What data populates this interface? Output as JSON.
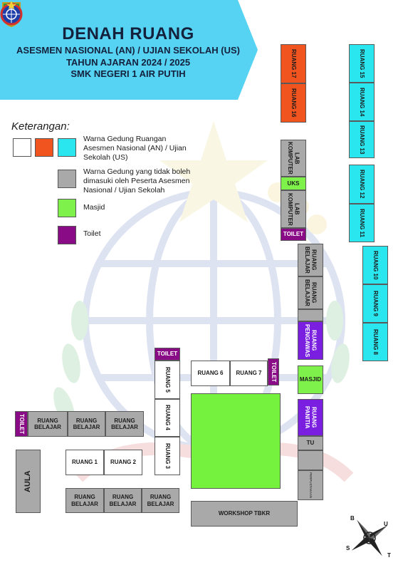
{
  "header": {
    "title": "DENAH RUANG",
    "line1": "ASESMEN NASIONAL (AN) / UJIAN SEKOLAH (US)",
    "line2": "TAHUN AJARAN 2024 / 2025",
    "line3": "SMK NEGERI 1 AIR PUTIH"
  },
  "legend": {
    "title": "Keterangan:",
    "items": [
      {
        "text": "Warna Gedung Ruangan Asesmen Nasional (AN) / Ujian Sekolah (US)"
      },
      {
        "text": "Warna Gedung yang tidak boleh dimasuki oleh Peserta Asesmen Nasional / Ujian Sekolah"
      },
      {
        "text": "Masjid"
      },
      {
        "text": "Toilet"
      }
    ]
  },
  "rooms": {
    "ruang17": "RUANG 17",
    "ruang16": "RUANG 16",
    "ruang15": "RUANG 15",
    "ruang14": "RUANG 14",
    "ruang13": "RUANG 13",
    "ruang12": "RUANG 12",
    "ruang11": "RUANG 11",
    "ruang10": "RUANG 10",
    "ruang9": "RUANG 9",
    "ruang8": "RUANG 8",
    "lab_komputer_1": "LAB KOMPUTER",
    "uks": "UKS",
    "lab_komputer_2": "LAB KOMPUTER",
    "toilet_top": "TOILET",
    "ruang_belajar_r1": "RUANG BELAJAR",
    "ruang_belajar_r2": "RUANG BELAJAR",
    "ruang_pengawas": "RUANG PENGAWAS",
    "masjid": "MASJID",
    "ruang_panitia": "RUANG PANITIA",
    "tu": "TU",
    "perpustakaan": "PERPUSTAKAAN",
    "toilet_mid": "TOILET",
    "ruang5": "RUANG 5",
    "ruang4": "RUANG 4",
    "ruang3": "RUANG 3",
    "ruang6": "RUANG 6",
    "ruang7": "RUANG 7",
    "toilet_r7": "TOILET",
    "toilet_left": "TOILET",
    "rb_left_1": "RUANG BELAJAR",
    "rb_left_2": "RUANG BELAJAR",
    "rb_left_3": "RUANG BELAJAR",
    "ruang1": "RUANG 1",
    "ruang2": "RUANG 2",
    "aula": "AULA",
    "rb_bot_1": "RUANG BELAJAR",
    "rb_bot_2": "RUANG BELAJAR",
    "rb_bot_3": "RUANG BELAJAR",
    "workshop": "WORKSHOP TBKR"
  },
  "compass": {
    "b": "B",
    "u": "U",
    "t": "T",
    "s": "S"
  },
  "colors": {
    "ruang_an": [
      "#ffffff",
      "#f1541f",
      "#2ae6ee"
    ],
    "restricted": "#a9a9a9",
    "masjid": "#7ef24a",
    "toilet": "#8a0b86",
    "field": "#75f23e",
    "banner": "#56d3f2"
  }
}
